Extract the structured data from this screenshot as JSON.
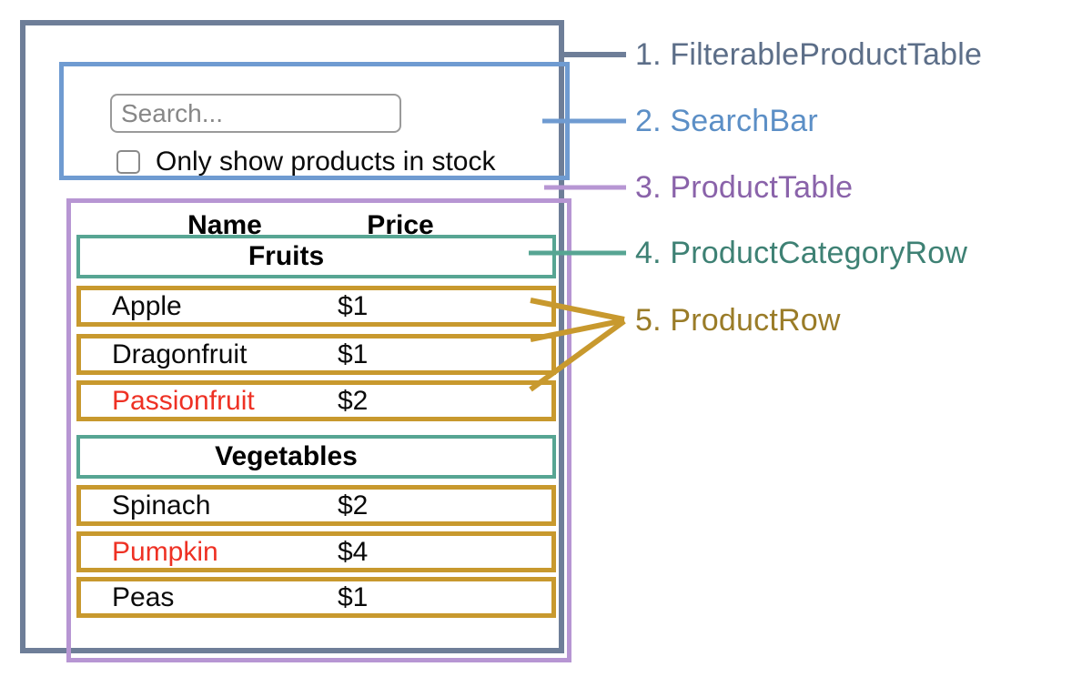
{
  "colors": {
    "filterable_product_table_border": "#6E7E98",
    "search_bar_border": "#6F9BD1",
    "product_table_border": "#B796D3",
    "product_category_row_border": "#57A593",
    "product_row_border": "#C8992E",
    "out_of_stock_text": "#EE3124",
    "legend_1_text": "#5C6E88",
    "legend_2_text": "#5C8FC6",
    "legend_3_text": "#8A63AA",
    "legend_4_text": "#3E8174",
    "legend_5_text": "#9A7C28"
  },
  "search_bar": {
    "placeholder": "Search...",
    "checkbox_label": "Only show products in stock",
    "checkbox_checked": false
  },
  "product_table": {
    "headers": {
      "name": "Name",
      "price": "Price"
    },
    "sections": [
      {
        "category": "Fruits",
        "rows": [
          {
            "name": "Apple",
            "price": "$1",
            "out_of_stock": false
          },
          {
            "name": "Dragonfruit",
            "price": "$1",
            "out_of_stock": false
          },
          {
            "name": "Passionfruit",
            "price": "$2",
            "out_of_stock": true
          }
        ]
      },
      {
        "category": "Vegetables",
        "rows": [
          {
            "name": "Spinach",
            "price": "$2",
            "out_of_stock": false
          },
          {
            "name": "Pumpkin",
            "price": "$4",
            "out_of_stock": true
          },
          {
            "name": "Peas",
            "price": "$1",
            "out_of_stock": false
          }
        ]
      }
    ]
  },
  "legend": [
    {
      "label": "1. FilterableProductTable"
    },
    {
      "label": "2. SearchBar"
    },
    {
      "label": "3. ProductTable"
    },
    {
      "label": "4. ProductCategoryRow"
    },
    {
      "label": "5. ProductRow"
    }
  ]
}
